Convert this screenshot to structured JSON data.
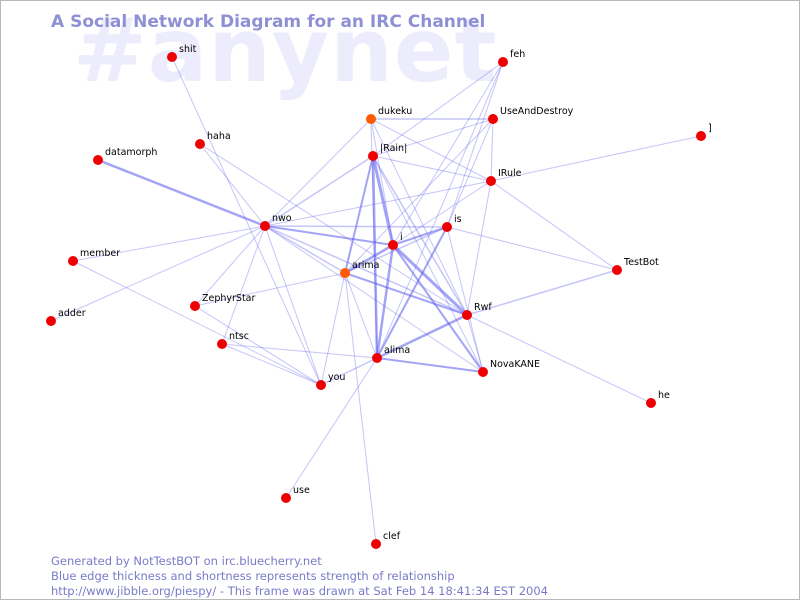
{
  "watermark": "#anynet",
  "title": "A Social Network Diagram for an IRC Channel",
  "footer": {
    "line1": "Generated by NotTestBOT on irc.bluecherry.net",
    "line2": "Blue edge thickness and shortness represents strength of relationship",
    "line3": "http://www.jibble.org/piespy/ - This frame was drawn at Sat Feb 14 18:41:34 EST 2004"
  },
  "colors": {
    "node": "#ee0000",
    "node_active": "#ff5a00",
    "edge": "#5a5aee",
    "title": "#8f8fd6",
    "watermark": "#ececfc"
  },
  "nodes": [
    {
      "id": "shit",
      "label": "shit"
    },
    {
      "id": "feh",
      "label": "feh"
    },
    {
      "id": "dukeku",
      "label": "dukeku",
      "active": true
    },
    {
      "id": "UseAndDestroy",
      "label": "UseAndDestroy"
    },
    {
      "id": "]",
      "label": "]"
    },
    {
      "id": "haha",
      "label": "haha"
    },
    {
      "id": "datamorph",
      "label": "datamorph"
    },
    {
      "id": "|Rain|",
      "label": "|Rain|"
    },
    {
      "id": "IRule",
      "label": "IRule"
    },
    {
      "id": "nwo",
      "label": "nwo"
    },
    {
      "id": "is",
      "label": "is"
    },
    {
      "id": "i",
      "label": "i"
    },
    {
      "id": "member",
      "label": "member"
    },
    {
      "id": "arima",
      "label": "arima",
      "active": true
    },
    {
      "id": "TestBot",
      "label": "TestBot"
    },
    {
      "id": "ZephyrStar",
      "label": "ZephyrStar"
    },
    {
      "id": "Rwf",
      "label": "Rwf"
    },
    {
      "id": "adder",
      "label": "adder"
    },
    {
      "id": "ntsc",
      "label": "ntsc"
    },
    {
      "id": "alima",
      "label": "alima"
    },
    {
      "id": "NovaKANE",
      "label": "NovaKANE"
    },
    {
      "id": "you",
      "label": "you"
    },
    {
      "id": "he",
      "label": "he"
    },
    {
      "id": "use",
      "label": "use"
    },
    {
      "id": "clef",
      "label": "clef"
    }
  ],
  "edges": [
    [
      "shit",
      "you",
      1
    ],
    [
      "feh",
      "i",
      1
    ],
    [
      "feh",
      "|Rain|",
      1
    ],
    [
      "feh",
      "is",
      1
    ],
    [
      "feh",
      "alima",
      1
    ],
    [
      "dukeku",
      "UseAndDestroy",
      1.5
    ],
    [
      "dukeku",
      "nwo",
      1
    ],
    [
      "dukeku",
      "IRule",
      1
    ],
    [
      "dukeku",
      "i",
      1
    ],
    [
      "dukeku",
      "Rwf",
      1
    ],
    [
      "dukeku",
      "alima",
      1
    ],
    [
      "UseAndDestroy",
      "|Rain|",
      1
    ],
    [
      "UseAndDestroy",
      "IRule",
      1
    ],
    [
      "UseAndDestroy",
      "arima",
      1
    ],
    [
      "UseAndDestroy",
      "is",
      1
    ],
    [
      "]",
      "IRule",
      1
    ],
    [
      "haha",
      "nwo",
      1
    ],
    [
      "haha",
      "Rwf",
      1
    ],
    [
      "datamorph",
      "nwo",
      2.5
    ],
    [
      "|Rain|",
      "i",
      3
    ],
    [
      "|Rain|",
      "alima",
      2.5
    ],
    [
      "|Rain|",
      "arima",
      2
    ],
    [
      "|Rain|",
      "nwo",
      1.5
    ],
    [
      "|Rain|",
      "IRule",
      1
    ],
    [
      "|Rain|",
      "Rwf",
      1.5
    ],
    [
      "|Rain|",
      "NovaKANE",
      1
    ],
    [
      "IRule",
      "nwo",
      1
    ],
    [
      "IRule",
      "i",
      1
    ],
    [
      "IRule",
      "TestBot",
      1
    ],
    [
      "IRule",
      "Rwf",
      1
    ],
    [
      "nwo",
      "i",
      2
    ],
    [
      "nwo",
      "is",
      1.5
    ],
    [
      "nwo",
      "arima",
      1.5
    ],
    [
      "nwo",
      "member",
      1
    ],
    [
      "nwo",
      "adder",
      1
    ],
    [
      "nwo",
      "ZephyrStar",
      1
    ],
    [
      "nwo",
      "ntsc",
      1
    ],
    [
      "nwo",
      "you",
      1
    ],
    [
      "nwo",
      "Rwf",
      1.5
    ],
    [
      "nwo",
      "NovaKANE",
      1
    ],
    [
      "is",
      "i",
      2
    ],
    [
      "is",
      "arima",
      1.5
    ],
    [
      "is",
      "alima",
      2
    ],
    [
      "is",
      "TestBot",
      1
    ],
    [
      "is",
      "NovaKANE",
      1
    ],
    [
      "i",
      "arima",
      2.5
    ],
    [
      "i",
      "Rwf",
      3
    ],
    [
      "i",
      "alima",
      2.5
    ],
    [
      "i",
      "NovaKANE",
      2
    ],
    [
      "arima",
      "ZephyrStar",
      1
    ],
    [
      "arima",
      "Rwf",
      2
    ],
    [
      "arima",
      "you",
      1
    ],
    [
      "arima",
      "clef",
      1
    ],
    [
      "arima",
      "alima",
      1
    ],
    [
      "member",
      "you",
      1
    ],
    [
      "TestBot",
      "Rwf",
      1.5
    ],
    [
      "Rwf",
      "alima",
      2.5
    ],
    [
      "Rwf",
      "NovaKANE",
      1
    ],
    [
      "Rwf",
      "he",
      1
    ],
    [
      "ntsc",
      "alima",
      1
    ],
    [
      "ntsc",
      "you",
      1
    ],
    [
      "alima",
      "NovaKANE",
      2
    ],
    [
      "alima",
      "you",
      1.5
    ],
    [
      "alima",
      "use",
      1
    ],
    [
      "ZephyrStar",
      "you",
      1
    ]
  ]
}
